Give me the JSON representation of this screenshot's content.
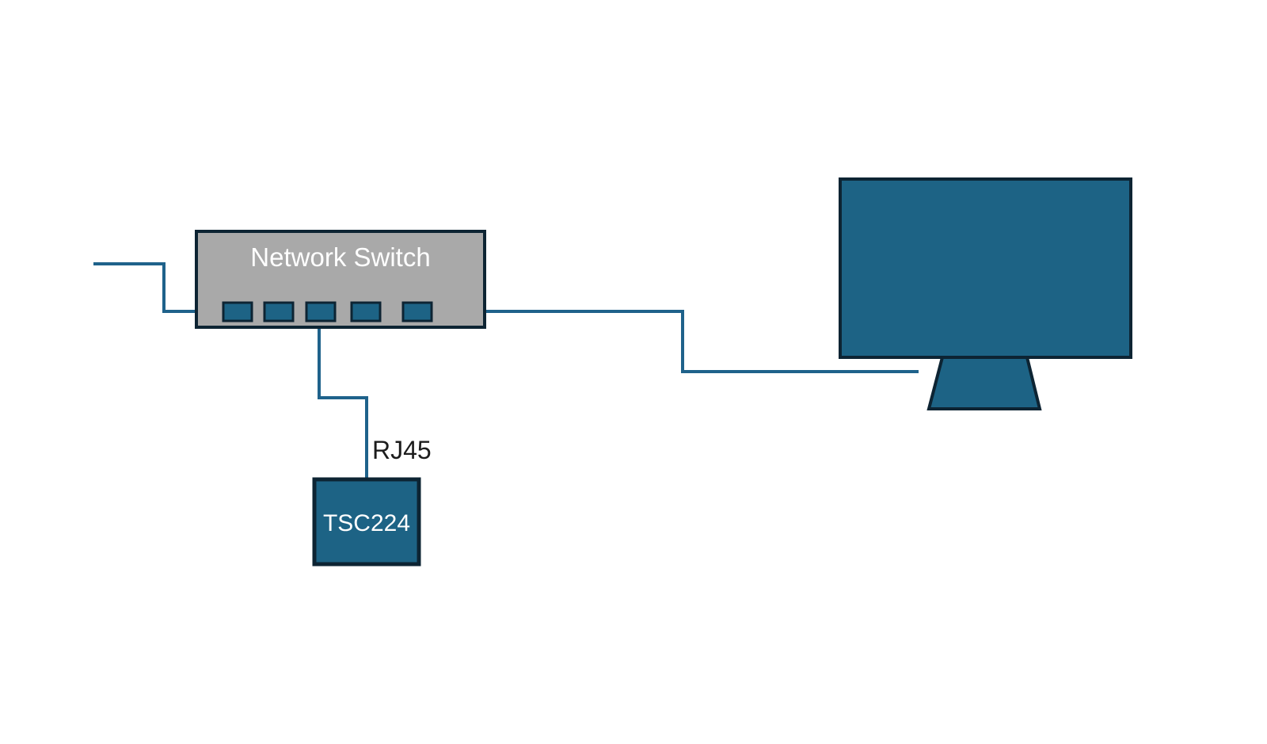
{
  "diagram": {
    "switch": {
      "label": "Network Switch",
      "port_count": 5
    },
    "device": {
      "label": "TSC224"
    },
    "cable_label": "RJ45",
    "colors": {
      "node_fill": "#1d6385",
      "node_stroke": "#0d2433",
      "switch_fill": "#a9a9a9",
      "cable": "#1f628b",
      "label_text": "#1c1c1c",
      "node_text": "#ffffff",
      "background": "#ffffff"
    }
  }
}
